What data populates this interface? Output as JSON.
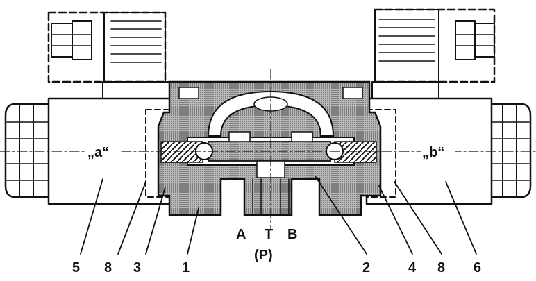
{
  "labels": {
    "solenoid_a": "„a“",
    "solenoid_b": "„b“",
    "port_a": "A",
    "port_t": "T",
    "port_b": "B",
    "port_p": "(P)"
  },
  "callouts": [
    "5",
    "8",
    "3",
    "1",
    "2",
    "4",
    "8",
    "6"
  ],
  "colors": {
    "ink": "#111111",
    "hatch": "#9a9a9a",
    "paper": "#ffffff"
  }
}
